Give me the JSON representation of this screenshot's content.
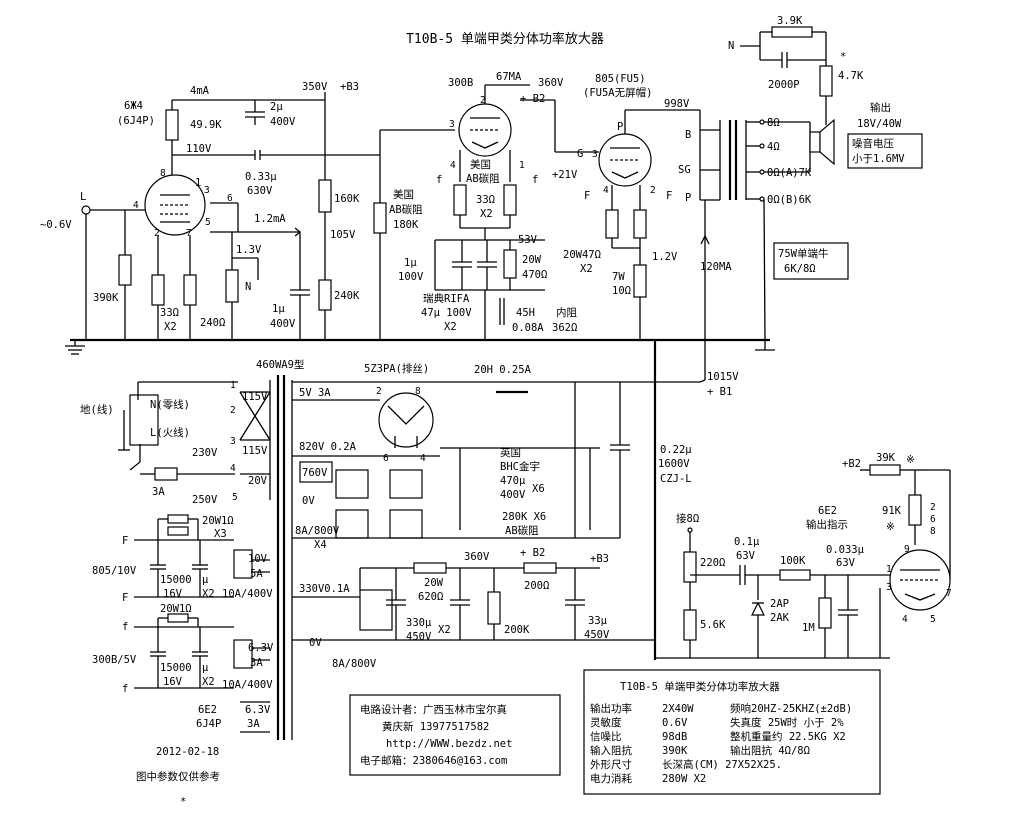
{
  "title": "T10B-5  单端甲类分体功率放大器",
  "tubes": {
    "driver": [
      "6Ж4",
      "(6J4P)"
    ],
    "v300b": "300B",
    "v805": [
      "805(FU5)",
      "(FU5A无屏帽)"
    ],
    "rect": "5Z3PA(排丝)",
    "indicator": [
      "6E2",
      "输出指示"
    ]
  },
  "input": {
    "node": "L",
    "level": "~0.6V"
  },
  "labels": {
    "i4ma": "4mA",
    "v350": "350V",
    "b3": "+B3",
    "r499": "49.9K",
    "c2u": "2μ",
    "c2u_v": "400V",
    "v110": "110V",
    "c033": "0.33μ",
    "c033_v": "630V",
    "i12": "1.2mA",
    "v13": "1.3V",
    "n1": "N",
    "r160": "160K",
    "v105": "105V",
    "r240k": "240K",
    "c1u": "1μ",
    "c1u_v": "400V",
    "r390": "390K",
    "r33x2": "33Ω",
    "x2a": "X2",
    "r240": "240Ω",
    "ab180_1": "美国",
    "ab180_2": "AB碳阻",
    "ab180_3": "180K",
    "i67": "67MA",
    "v360": "360V",
    "b2": "+ B2",
    "ab33_1": "美国",
    "ab33_2": "AB碳阻",
    "ab33_3": "33Ω",
    "ab33_4": "X2",
    "v53": "53V",
    "r20w1": "20W",
    "r20w2": "470Ω",
    "c1u100": "1μ",
    "c1u100_v": "100V",
    "rifa1": "瑞典RIFA",
    "rifa2": "47μ 100V",
    "rifa3": "X2",
    "choke1": "45H",
    "choke2": "0.08A",
    "inner1": "内阻",
    "inner2": "362Ω",
    "v998": "998V",
    "g21": "+21V",
    "r47a": "20W47Ω",
    "r47b": "X2",
    "v12": "1.2V",
    "r7w": "7W",
    "r10": "10Ω",
    "i120": "120MA",
    "otB": "B",
    "otSG": "SG",
    "otP": "P",
    "o8": "8Ω",
    "o4": "4Ω",
    "o0a": "0Ω(A)7K",
    "o0b": "0Ω(B)6K",
    "fbN": "N",
    "r39": "3.9K",
    "c2000": "2000P",
    "star": "*",
    "r47k": "4.7K",
    "out1": "输出",
    "out2": "18V/40W",
    "noise1": "噪音电压",
    "noise2": "小于1.6MV",
    "otx1": "75W单端牛",
    "otx2": "6K/8Ω",
    "ptname": "460WA9型",
    "earth": "地(线)",
    "neutral": "N(零线)",
    "live": "L(火线)",
    "t115a": "115V",
    "t115b": "115V",
    "t230": "230V",
    "t20": "20V",
    "t250": "250V",
    "fuse": "3A",
    "p1": "1",
    "p2": "2",
    "p3": "3",
    "p4": "4",
    "p5": "5",
    "s5v": "5V  3A",
    "s820": "820V 0.2A",
    "s760": "760V",
    "s0v": "0V",
    "s8a": "8A/800V",
    "sx4": "X4",
    "rp2": "2",
    "rp8": "8",
    "rp6": "6",
    "rp4": "4",
    "ch20h": "20H  0.25A",
    "b1v": "1015V",
    "b1": "+ B1",
    "bhc1": "英国",
    "bhc2": "BHC金宇",
    "bhc3": "470μ",
    "bhc4": "400V",
    "bhcx": "X6",
    "r280": "280K X6",
    "r280b": "AB碳阻",
    "c022": "0.22μ",
    "c022v": "1600V",
    "cczj": "CZJ-L",
    "s330": "330V0.1A",
    "s0v2": "0V",
    "s8a2": "8A/800V",
    "r20w620a": "20W",
    "r20w620b": "620Ω",
    "c330": "330μ",
    "c330v": "450V",
    "c330x": "X2",
    "v360b": "360V",
    "b2b": "+ B2",
    "b3b": "+B3",
    "r200": "200Ω",
    "r200k": "200K",
    "c33": "33μ",
    "c33v": "450V",
    "F1": "F",
    "F2": "F",
    "f805": "805/10V",
    "r20w1o": "20W1Ω",
    "x3": "X3",
    "c15000": "15000",
    "c15000u": "μ",
    "c16": "16V",
    "x2b": "X2",
    "v10": "10V",
    "a5": "5A",
    "br10": "10A/400V",
    "f1": "f",
    "f2": "f",
    "f300b": "300B/5V",
    "r20w1o2": "20W1Ω",
    "c15000b": "15000",
    "c15000bu": "μ",
    "c16b": "16V",
    "x2c": "X2",
    "v63a": "6.3V",
    "a3a": "3A",
    "br10b": "10A/400V",
    "e6e2": "6E2",
    "e6j4p": "6J4P",
    "v63b": "6.3V",
    "a3b": "3A",
    "j8": "接8Ω",
    "c01": "0.1μ",
    "c01v": "63V",
    "r220": "220Ω",
    "r100k": "100K",
    "c033b": "0.033μ",
    "c033bv": "63V",
    "d2ap": "2AP",
    "d2ak": "2AK",
    "r56": "5.6K",
    "r1m": "1M",
    "b2c": "+B2",
    "r39k": "39K",
    "xm1": "※",
    "r91": "91K",
    "xm2": "※",
    "pin2": "2",
    "pin6": "6",
    "pin8": "8",
    "pin9": "9",
    "pin1": "1",
    "pin3": "3",
    "pin4": "4",
    "pin5": "5",
    "pin7": "7",
    "d8": "8",
    "d1": "1",
    "d3": "3",
    "d2": "2",
    "d7": "7",
    "d5": "5",
    "d6": "6",
    "d4": "4",
    "fg3": "3",
    "fg4": "4",
    "fg2": "2",
    "fP": "P",
    "fG": "G",
    "fF1": "F",
    "fF2": "F",
    "b1pin": "1",
    "b2pin": "2",
    "b3pin": "3",
    "b4pin": "4",
    "b1f": "f",
    "b2f": "f",
    "date": "2012-02-18",
    "note": "图中参数仅供参考",
    "star2": "*"
  },
  "designer": {
    "l1": "电路设计者：广西玉林市宝尔真",
    "l2": "黄庆新  13977517582",
    "l3": "http://WWW.bezdz.net",
    "l4": "电子邮箱：2380646@163.com"
  },
  "specs": {
    "title": "T10B-5  单端甲类分体功率放大器",
    "rows": [
      [
        "输出功率",
        "2X40W",
        "频响20HZ-25KHZ(±2dB)"
      ],
      [
        "灵敏度",
        "0.6V",
        "失真度  25W时 小于 2%"
      ],
      [
        "信噪比",
        "98dB",
        "整机重量约  22.5KG X2"
      ],
      [
        "输入阻抗",
        "390K",
        "输出阻抗  4Ω/8Ω"
      ],
      [
        "外形尺寸",
        "长深高(CM) 27X52X25.",
        ""
      ],
      [
        "电力消耗",
        "280W X2",
        ""
      ]
    ]
  }
}
